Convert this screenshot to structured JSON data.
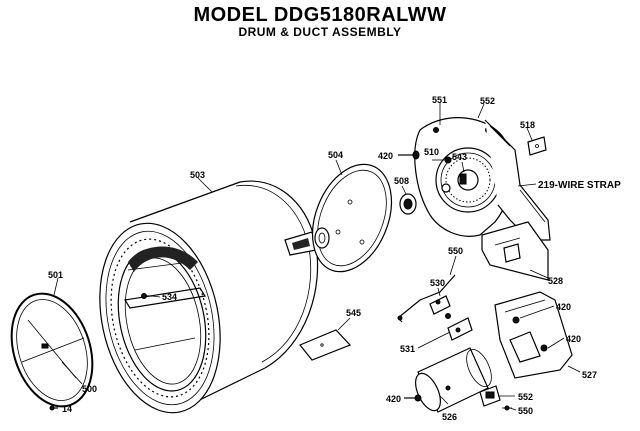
{
  "header": {
    "title": "MODEL DDG5180RALWW",
    "subtitle": "DRUM & DUCT ASSEMBLY"
  },
  "parts": {
    "p503": "503",
    "p504": "504",
    "p501": "501",
    "p500": "500",
    "p14": "14",
    "p534": "534",
    "p545": "545",
    "p508": "508",
    "p420a": "420",
    "p510": "510",
    "p551": "551",
    "p543": "543",
    "p552a": "552",
    "p518": "518",
    "p219": "219-WIRE STRAP",
    "p550a": "550",
    "p530": "530",
    "p528": "528",
    "p420b": "420",
    "p420c": "420",
    "p531": "531",
    "p527": "527",
    "p420d": "420",
    "p526": "526",
    "p552b": "552",
    "p550b": "550"
  }
}
